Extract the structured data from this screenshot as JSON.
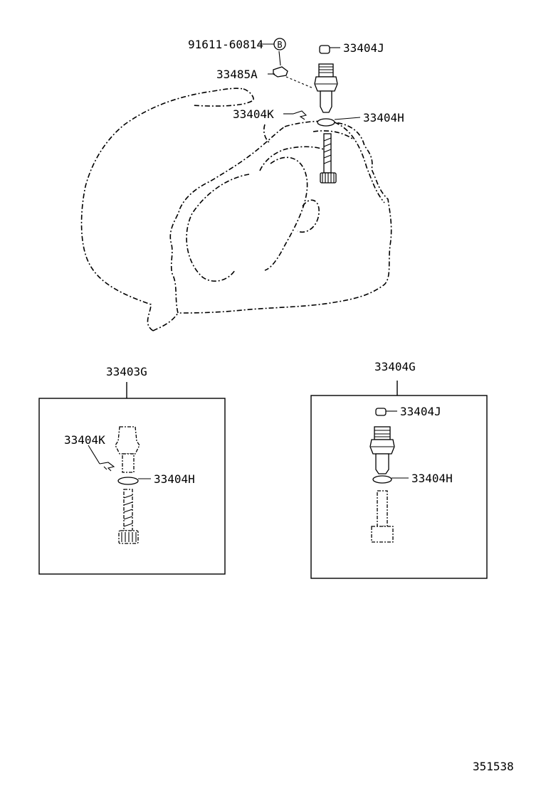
{
  "labels": {
    "bolt": "91611-60814",
    "bolt_badge": "B",
    "clamp": "33485A",
    "cap_top": "33404J",
    "clip_top": "33404K",
    "oring_top": "33404H",
    "box_left_title": "33403G",
    "box_left_clip": "33404K",
    "box_left_oring": "33404H",
    "box_right_title": "33404G",
    "box_right_cap": "33404J",
    "box_right_oring": "33404H",
    "figure_number": "351538"
  }
}
